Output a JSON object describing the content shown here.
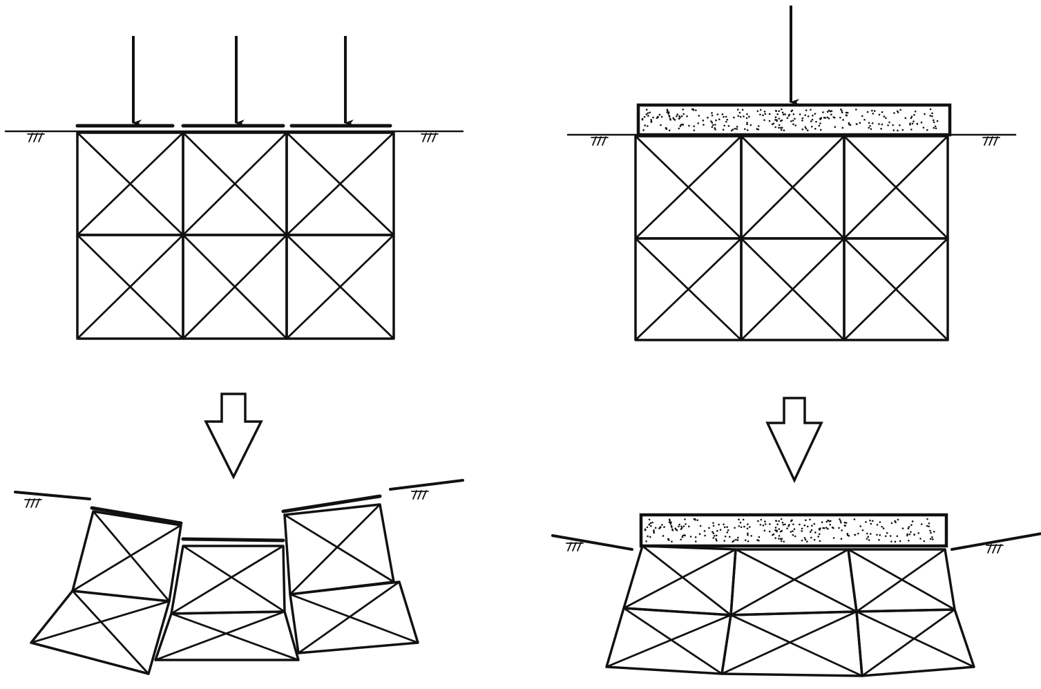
{
  "colors": {
    "ink": "#111111",
    "background": "#ffffff"
  },
  "diagram": {
    "panels": [
      {
        "id": "point-loads-before",
        "load_arrows": 3,
        "grid_columns": 3,
        "grid_rows": 2
      },
      {
        "id": "slab-load-before",
        "load_arrows": 1,
        "grid_columns": 3,
        "grid_rows": 2
      },
      {
        "id": "point-loads-after"
      },
      {
        "id": "slab-load-after"
      }
    ],
    "transition_arrows": 2
  }
}
